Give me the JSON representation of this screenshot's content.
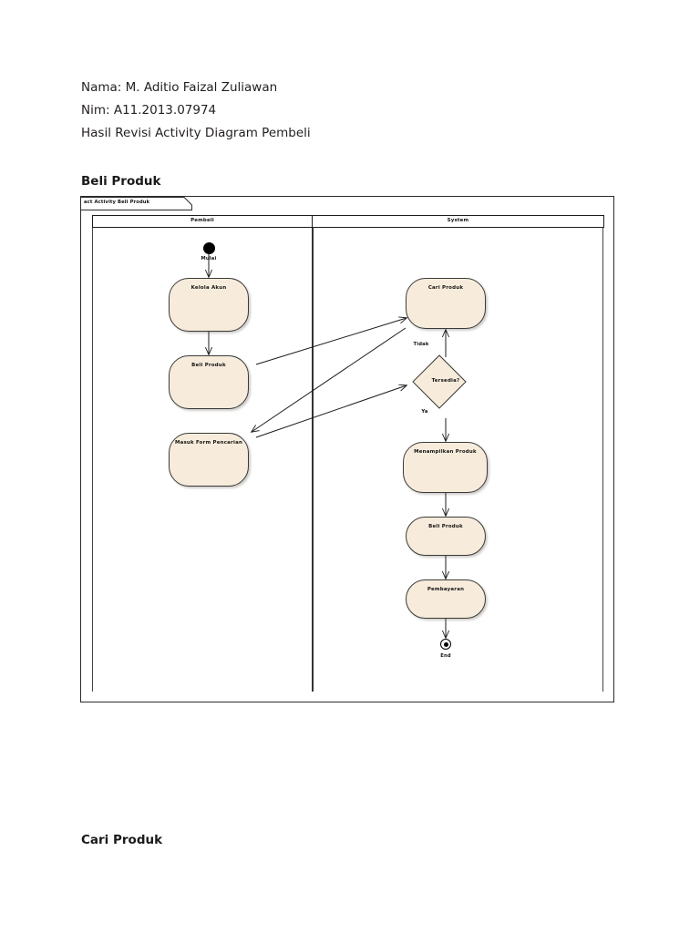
{
  "document": {
    "lines": [
      "Nama: M. Aditio Faizal Zuliawan",
      "Nim: A11.2013.07974",
      "Hasil Revisi Activity Diagram Pembeli"
    ],
    "section_title_top": "Beli Produk",
    "section_title_bottom": "Cari Produk"
  },
  "diagram": {
    "frame_label": "act Activity Beli Produk",
    "type": "uml-activity-diagram",
    "lanes": [
      {
        "id": "pembeli",
        "label": "Pembeli"
      },
      {
        "id": "system",
        "label": "System"
      }
    ],
    "nodes": [
      {
        "id": "start",
        "lane": "pembeli",
        "kind": "initial",
        "label": "Mulai"
      },
      {
        "id": "kelola",
        "lane": "pembeli",
        "kind": "action",
        "label": "Kelola Akun"
      },
      {
        "id": "beli_left",
        "lane": "pembeli",
        "kind": "action",
        "label": "Beli Produk"
      },
      {
        "id": "masuk_form",
        "lane": "pembeli",
        "kind": "action",
        "label": "Masuk Form Pencarian"
      },
      {
        "id": "cari",
        "lane": "system",
        "kind": "action",
        "label": "Cari Produk"
      },
      {
        "id": "tersedia",
        "lane": "system",
        "kind": "decision",
        "label": "Tersedia?"
      },
      {
        "id": "menampilkan",
        "lane": "system",
        "kind": "action",
        "label": "Menampilkan Produk"
      },
      {
        "id": "beli_right",
        "lane": "system",
        "kind": "action",
        "label": "Beli Produk"
      },
      {
        "id": "pembayaran",
        "lane": "system",
        "kind": "action",
        "label": "Pembayaran"
      },
      {
        "id": "end",
        "lane": "system",
        "kind": "final",
        "label": "End"
      }
    ],
    "guards": {
      "tidak": "Tidak",
      "ya": "Ya"
    },
    "flows": [
      {
        "from": "start",
        "to": "kelola",
        "guard": ""
      },
      {
        "from": "kelola",
        "to": "beli_left",
        "guard": ""
      },
      {
        "from": "beli_left",
        "to": "cari",
        "guard": ""
      },
      {
        "from": "tersedia",
        "to": "cari",
        "guard": "Tidak"
      },
      {
        "from": "cari",
        "to": "masuk_form",
        "guard": ""
      },
      {
        "from": "masuk_form",
        "to": "tersedia",
        "guard": ""
      },
      {
        "from": "tersedia",
        "to": "menampilkan",
        "guard": "Ya"
      },
      {
        "from": "menampilkan",
        "to": "beli_right",
        "guard": ""
      },
      {
        "from": "beli_right",
        "to": "pembayaran",
        "guard": ""
      },
      {
        "from": "pembayaran",
        "to": "end",
        "guard": ""
      }
    ]
  },
  "colors": {
    "node_fill": "#f7ecdb",
    "node_stroke": "#3a3a3a",
    "frame_stroke": "#2b2b2b",
    "text": "#111111",
    "page_background": "#ffffff"
  }
}
